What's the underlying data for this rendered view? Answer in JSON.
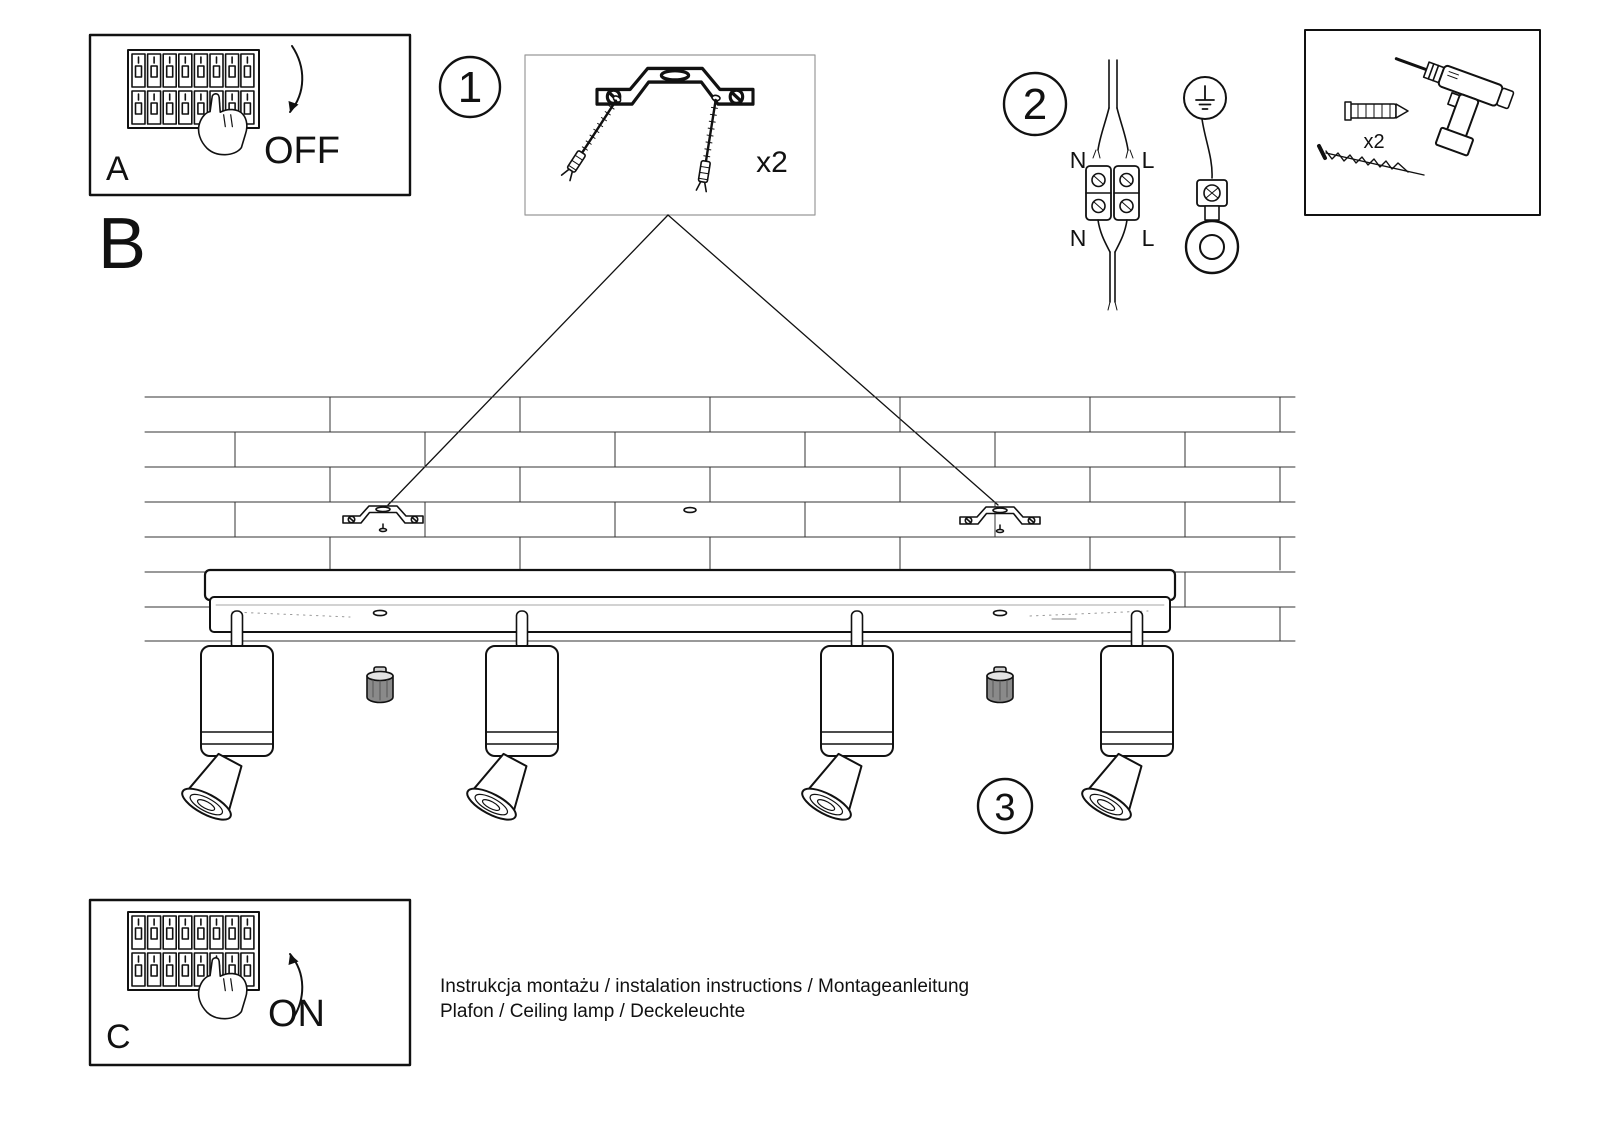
{
  "page": {
    "ink": "#111111",
    "background": "#ffffff"
  },
  "sections": {
    "a": {
      "label": "A",
      "switch_state": "OFF"
    },
    "b": {
      "label": "B"
    },
    "c": {
      "label": "C",
      "switch_state": "ON"
    }
  },
  "steps": {
    "step1": "1",
    "step2": "2",
    "step3": "3"
  },
  "kit": {
    "bracket_qty": "x2"
  },
  "tools": {
    "plug_qty": "x2"
  },
  "wiring": {
    "n_top": "N",
    "l_top": "L",
    "n_bottom": "N",
    "l_bottom": "L"
  },
  "footer": {
    "line1": "Instrukcja montażu / instalation instructions / Montageanleitung",
    "line2": "Plafon / Ceiling lamp / Deckeleuchte"
  }
}
